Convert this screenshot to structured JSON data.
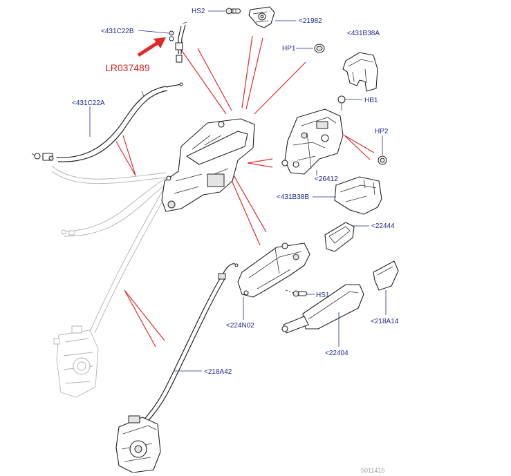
{
  "diagram": {
    "callouts": {
      "hs2": "HS2",
      "p21982": "<21982",
      "p431c22b": "<431C22B",
      "p431b38a": "<431B38A",
      "hp1": "HP1",
      "hb1": "HB1",
      "p431c22a": "<431C22A",
      "hp2": "HP2",
      "p26412": "<26412",
      "p431b38b": "<431B38B",
      "p22444": "<22444",
      "hs1": "HS1",
      "p224n02": "<224N02",
      "p218a14": "<218A14",
      "p22404": "<22404",
      "p218a42": "<218A42"
    },
    "hotspot": {
      "label": "LR037489",
      "color": "#d42020"
    },
    "footer_code": "5011415",
    "colors": {
      "callout_text": "#1a2a8c",
      "red_lines": "#e02a2a",
      "ghost_parts": "#b0b0b0"
    }
  }
}
